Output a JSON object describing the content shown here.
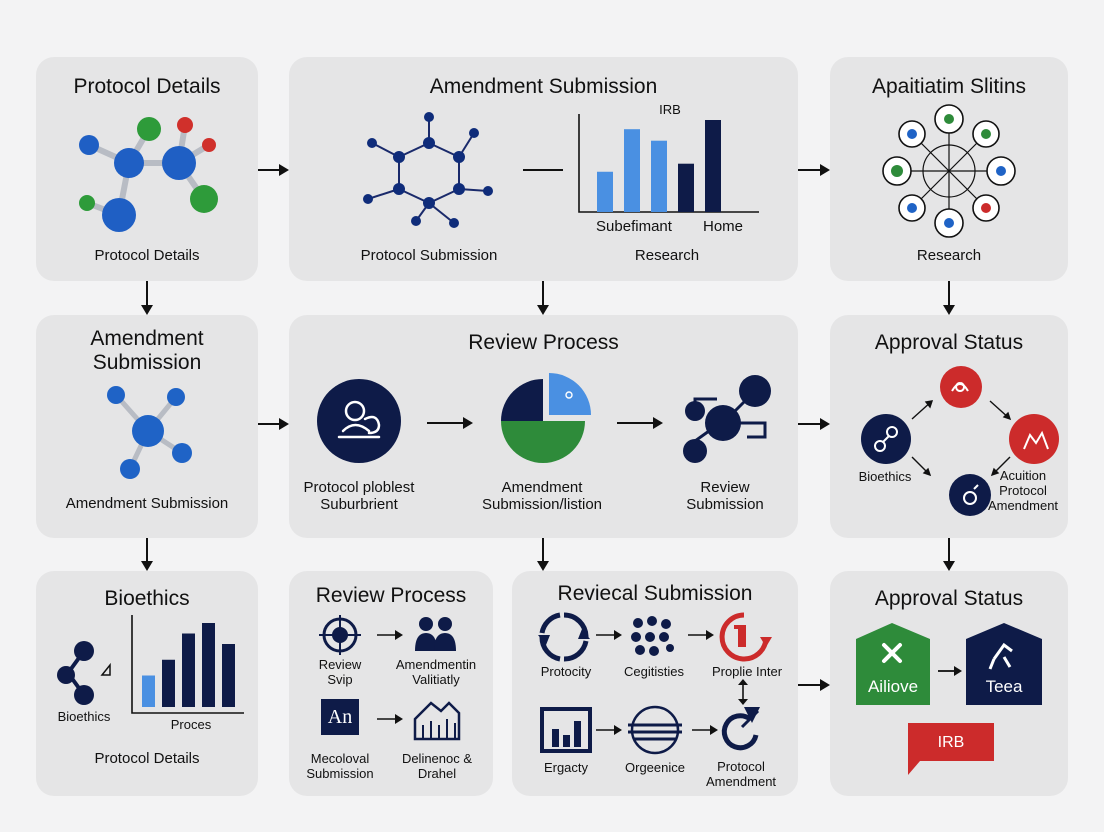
{
  "colors": {
    "navy": "#0e1b48",
    "blue": "#1f63c6",
    "lightblue": "#4a90e2",
    "green": "#2e8b3a",
    "red": "#cc2b2b",
    "panel": "#e5e5e6",
    "background": "#f3f3f4"
  },
  "row1": {
    "protocol_details": {
      "title": "Protocol Details",
      "caption": "Protocol Details",
      "icon": "molecule-icon"
    },
    "amendment_submission": {
      "title": "Amendment Submission",
      "left_caption": "Protocol Submission",
      "chart_top_label": "IRB",
      "chart_x_left": "Subefimant",
      "chart_x_right": "Home",
      "right_caption": "Research",
      "chart_values": [
        35,
        72,
        62,
        42,
        80
      ]
    },
    "apaitiatim": {
      "title": "Apaitiatim Slitins",
      "caption": "Research",
      "icon": "icon-wheel"
    }
  },
  "row2": {
    "amendment_submission": {
      "title_line1": "Amendment",
      "title_line2": "Submission",
      "caption": "Amendment Submission"
    },
    "review_process": {
      "title": "Review Process",
      "step1_line1": "Protocol ploblest",
      "step1_line2": "Suburbrient",
      "step2_line1": "Amendment",
      "step2_line2": "Submission/listion",
      "step3_line1": "Review",
      "step3_line2": "Submission"
    },
    "approval_status": {
      "title": "Approval Status",
      "left_label": "Bioethics",
      "right_line1": "Acuition",
      "right_line2": "Protocol",
      "right_line3": "Amendment"
    }
  },
  "row3": {
    "bioethics": {
      "title": "Bioethics",
      "left_label": "Bioethics",
      "chart_label": "Proces",
      "caption": "Protocol Details",
      "chart_values": [
        30,
        45,
        70,
        80,
        60
      ]
    },
    "review_process": {
      "title": "Review Process",
      "a_line1": "Review",
      "a_line2": "Svip",
      "b_line1": "Amendmentin",
      "b_line2": "Valitiatly",
      "c_icon_text": "An",
      "c_line1": "Mecoloval",
      "c_line2": "Submission",
      "d_line1": "Delinenoc &",
      "d_line2": "Drahel"
    },
    "reviecal_submission": {
      "title": "Reviecal Submission",
      "a": "Protocity",
      "b": "Cegitisties",
      "c": "Proplie Inter",
      "d": "Ergacty",
      "e": "Orgeenice",
      "f_line1": "Protocol",
      "f_line2": "Amendment"
    },
    "approval_status": {
      "title": "Approval Status",
      "left_card": "Ailiove",
      "right_card": "Teea",
      "flag": "IRB"
    }
  }
}
